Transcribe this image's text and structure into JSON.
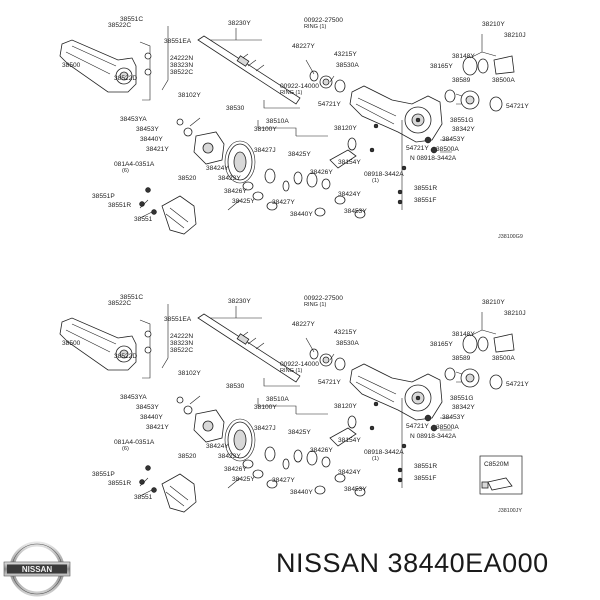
{
  "brand": "NISSAN",
  "part_number": "38440EA000",
  "diagram_1": {
    "code": "J38100G9",
    "labels": [
      "38551C",
      "38522C",
      "38551EA",
      "38500",
      "24222N",
      "38323N",
      "38522C",
      "38522D",
      "38230Y",
      "00922-27500",
      "RING (1)",
      "48227Y",
      "43215Y",
      "38530A",
      "38210Y",
      "38210J",
      "38148Y",
      "38165Y",
      "38589",
      "38500A",
      "00922-14000",
      "RING (1)",
      "38102Y",
      "38530",
      "54721Y",
      "54721Y",
      "38453YA",
      "38453Y",
      "38440Y",
      "38421Y",
      "38510A",
      "38100Y",
      "38120Y",
      "38551G",
      "38342Y",
      "38453Y",
      "081A4-0351A",
      "(6)",
      "38520",
      "38424Y",
      "38423Y",
      "38427J",
      "38425Y",
      "38426Y",
      "38154Y",
      "54721Y",
      "38500A",
      "N 08918-3442A",
      "(1)",
      "08918-3442A",
      "38551P",
      "38551R",
      "38551",
      "38426Y",
      "38425Y",
      "38427Y",
      "38424Y",
      "38440Y",
      "38453Y",
      "38551R",
      "38551F"
    ]
  },
  "diagram_2": {
    "code": "J38100JY",
    "inset_label": "C8520M",
    "labels": [
      "38551C",
      "38522C",
      "38551EA",
      "38500",
      "24222N",
      "38323N",
      "38522C",
      "38522D",
      "38230Y",
      "00922-27500",
      "RING (1)",
      "48227Y",
      "43215Y",
      "38530A",
      "38210Y",
      "38210J",
      "38148Y",
      "38165Y",
      "38589",
      "38500A",
      "00922-14000",
      "RING (1)",
      "38102Y",
      "38530",
      "54721Y",
      "54721Y",
      "38453YA",
      "38453Y",
      "38440Y",
      "38421Y",
      "38510A",
      "38100Y",
      "38120Y",
      "38551G",
      "38342Y",
      "38453Y",
      "081A4-0351A",
      "(6)",
      "38520",
      "38424Y",
      "38423Y",
      "38427J",
      "38425Y",
      "38426Y",
      "38154Y",
      "54721Y",
      "38500A",
      "N 08918-3442A",
      "(1)",
      "08918-3442A",
      "38551P",
      "38551R",
      "38551",
      "38426Y",
      "38425Y",
      "38427Y",
      "38424Y",
      "38440Y",
      "38453Y",
      "38551R",
      "38551F"
    ]
  }
}
